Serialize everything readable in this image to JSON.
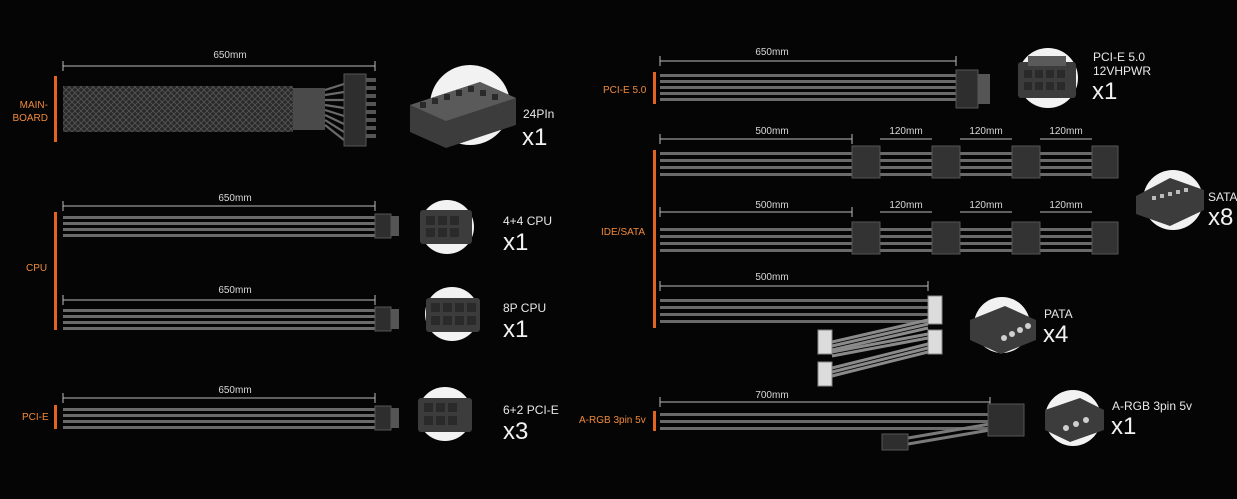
{
  "left": {
    "mainboard": {
      "label_line1": "MAIN-",
      "label_line2": "BOARD",
      "length": "650mm",
      "connector": "24PIn",
      "qty": "x1"
    },
    "cpu": {
      "label": "CPU",
      "cable1": {
        "length": "650mm",
        "connector": "4+4 CPU",
        "qty": "x1"
      },
      "cable2": {
        "length": "650mm",
        "connector": "8P CPU",
        "qty": "x1"
      }
    },
    "pcie": {
      "label": "PCI-E",
      "length": "650mm",
      "connector": "6+2 PCI-E",
      "qty": "x3"
    }
  },
  "right": {
    "pcie5": {
      "label": "PCI-E 5.0",
      "length": "650mm",
      "connector_line1": "PCI-E 5.0",
      "connector_line2": "12VHPWR",
      "qty": "x1"
    },
    "idesata": {
      "label": "IDE/SATA",
      "row1": [
        "500mm",
        "120mm",
        "120mm",
        "120mm"
      ],
      "row2": [
        "500mm",
        "120mm",
        "120mm",
        "120mm"
      ],
      "sata_connector": "SATA",
      "sata_qty": "x8",
      "pata_length": "500mm",
      "pata_connector": "PATA",
      "pata_qty": "x4"
    },
    "argb": {
      "label": "A-RGB 3pin 5v",
      "length": "700mm",
      "connector": "A-RGB 3pin 5v",
      "qty": "x1"
    }
  },
  "colors": {
    "accent": "#e2641e",
    "label": "#f08a3c",
    "cable": "#6a6a6a",
    "connector": "#3a3a3a"
  }
}
